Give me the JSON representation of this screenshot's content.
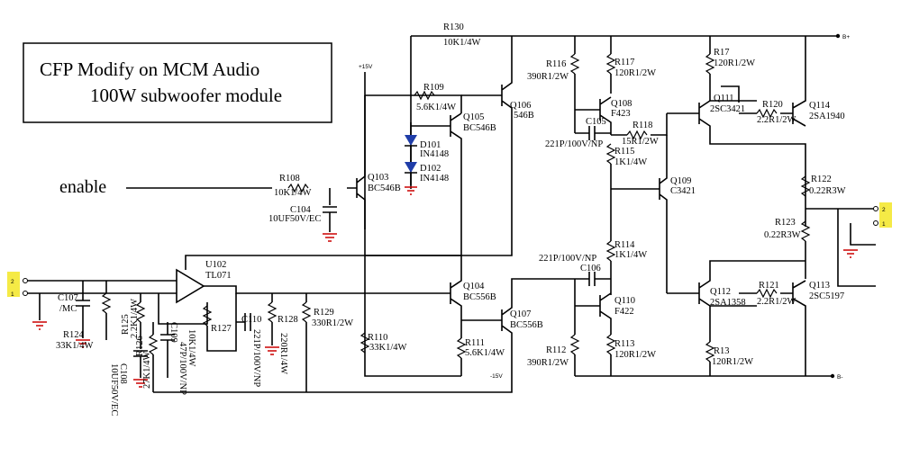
{
  "title": {
    "line1": "CFP Modify on MCM Audio",
    "line2": "100W subwoofer module"
  },
  "input_label": "enable",
  "rails": {
    "plus15": "+15V",
    "minus15": "-15V",
    "bplus": "B+",
    "bminus": "B-"
  },
  "connectors": {
    "in_top": "2",
    "in_bot": "1",
    "out_top": "2",
    "out_bot": "1"
  },
  "parts": {
    "R130": {
      "ref": "R130",
      "val": "10K1/4W"
    },
    "R109": {
      "ref": "R109",
      "val": "5.6K1/4W"
    },
    "R108": {
      "ref": "R108",
      "val": "10K1/4W"
    },
    "C104": {
      "ref": "C104",
      "val": "10UF50V/EC"
    },
    "Q103": {
      "ref": "Q103",
      "val": "BC546B"
    },
    "Q105": {
      "ref": "Q105",
      "val": "BC546B"
    },
    "Q106": {
      "ref": "Q106",
      "val": "546B"
    },
    "D101": {
      "ref": "D101",
      "val": "IN4148"
    },
    "D102": {
      "ref": "D102",
      "val": "IN4148"
    },
    "R116": {
      "ref": "R116",
      "val": "390R1/2W"
    },
    "R117": {
      "ref": "R117",
      "val": "120R1/2W"
    },
    "Q108": {
      "ref": "Q108",
      "val": "F423"
    },
    "C105": {
      "ref": "C105",
      "val": "221P/100V/NP"
    },
    "R118": {
      "ref": "R118",
      "val": "15R1/2W"
    },
    "R115": {
      "ref": "R115",
      "val": "1K1/4W"
    },
    "R17": {
      "ref": "R17",
      "val": "120R1/2W"
    },
    "Q111": {
      "ref": "Q111",
      "val": "2SC3421"
    },
    "R120": {
      "ref": "R120",
      "val": "2.2R1/2W"
    },
    "Q114": {
      "ref": "Q114",
      "val": "2SA1940"
    },
    "Q109": {
      "ref": "Q109",
      "val": "C3421"
    },
    "R122": {
      "ref": "R122",
      "val": "0.22R3W"
    },
    "R123": {
      "ref": "R123",
      "val": "0.22R3W"
    },
    "R114": {
      "ref": "R114",
      "val": "1K1/4W"
    },
    "C106": {
      "ref": "C106",
      "val": "221P/100V/NP"
    },
    "Q110": {
      "ref": "Q110",
      "val": "F422"
    },
    "Q112": {
      "ref": "Q112",
      "val": "2SA1358"
    },
    "R121": {
      "ref": "R121",
      "val": "2.2R1/2W"
    },
    "Q113": {
      "ref": "Q113",
      "val": "2SC5197"
    },
    "R113": {
      "ref": "R113",
      "val": "120R1/2W"
    },
    "R13": {
      "ref": "R13",
      "val": "120R1/2W"
    },
    "R112": {
      "ref": "R112",
      "val": "390R1/2W"
    },
    "Q104": {
      "ref": "Q104",
      "val": "BC556B"
    },
    "Q107": {
      "ref": "Q107",
      "val": "BC556B"
    },
    "R111": {
      "ref": "R111",
      "val": "5.6K1/4W"
    },
    "R110": {
      "ref": "R110",
      "val": "33K1/4W"
    },
    "U102": {
      "ref": "U102",
      "val": "TL071"
    },
    "C107": {
      "ref": "C107",
      "val": "/MC"
    },
    "R124": {
      "ref": "R124",
      "val": "33K1/4W"
    },
    "R125": {
      "ref": "R125",
      "val": "2.2K1/4W"
    },
    "C108": {
      "ref": "C108",
      "val": "10UF50V/EC"
    },
    "R126": {
      "ref": "R126",
      "val": "27K1/4W"
    },
    "C109": {
      "ref": "C109",
      "val": "47P/100V/NP"
    },
    "R127": {
      "ref": "R127",
      "val": "10K1/4W"
    },
    "C110": {
      "ref": "C110",
      "val": "221P/100V/NP"
    },
    "R128": {
      "ref": "R128",
      "val": "220R1/4W"
    },
    "R129": {
      "ref": "R129",
      "val": "330R1/2W"
    }
  },
  "colors": {
    "ground": "#cc0000",
    "connector": "#f5ea46",
    "wire": "#000000"
  }
}
